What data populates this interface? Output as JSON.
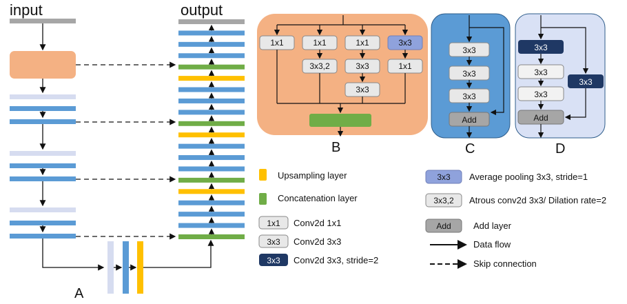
{
  "titles": {
    "input": "input",
    "output": "output"
  },
  "panel_letters": {
    "a": "A",
    "b": "B",
    "c": "C",
    "d": "D"
  },
  "panel_b": {
    "top_row": [
      "1x1",
      "1x1",
      "1x1",
      "3x3"
    ],
    "row2": [
      "3x3,2",
      "3x3",
      "1x1"
    ],
    "row3": [
      "3x3"
    ]
  },
  "panel_c": {
    "boxes": [
      "3x3",
      "3x3",
      "3x3"
    ],
    "add": "Add"
  },
  "panel_d": {
    "boxes": [
      "3x3",
      "3x3",
      "3x3"
    ],
    "side": "3x3",
    "add": "Add"
  },
  "legend_left": {
    "upsampling": "Upsampling layer",
    "concatenation": "Concatenation layer",
    "conv1x1_box": "1x1",
    "conv1x1": "Conv2d 1x1",
    "conv3x3_box": "3x3",
    "conv3x3": "Conv2d 3x3",
    "conv3x3s2_box": "3x3",
    "conv3x3s2": "Conv2d 3x3, stride=2"
  },
  "legend_right": {
    "avgpool_box": "3x3",
    "avgpool": "Average pooling 3x3, stride=1",
    "atrous_box": "3x3,2",
    "atrous": "Atrous conv2d 3x3/ Dilation rate=2",
    "add_box": "Add",
    "add": "Add layer",
    "dataflow": "Data flow",
    "skip": "Skip connection"
  },
  "colors": {
    "gray_layer": "#a6a6a6",
    "orange_block": "#f4b183",
    "light_blue_layer": "#d6dcf0",
    "blue_layer": "#5b9bd5",
    "green_layer": "#70ad47",
    "yellow_layer": "#ffc000",
    "box_light": "#e8e8e8",
    "dark_navy": "#1f3864",
    "avgpool_purple": "#8fa2dc",
    "panel_c_bg": "#5b9bd5",
    "panel_d_bg": "#d9e1f5",
    "add_gray": "#a6a6a6"
  }
}
